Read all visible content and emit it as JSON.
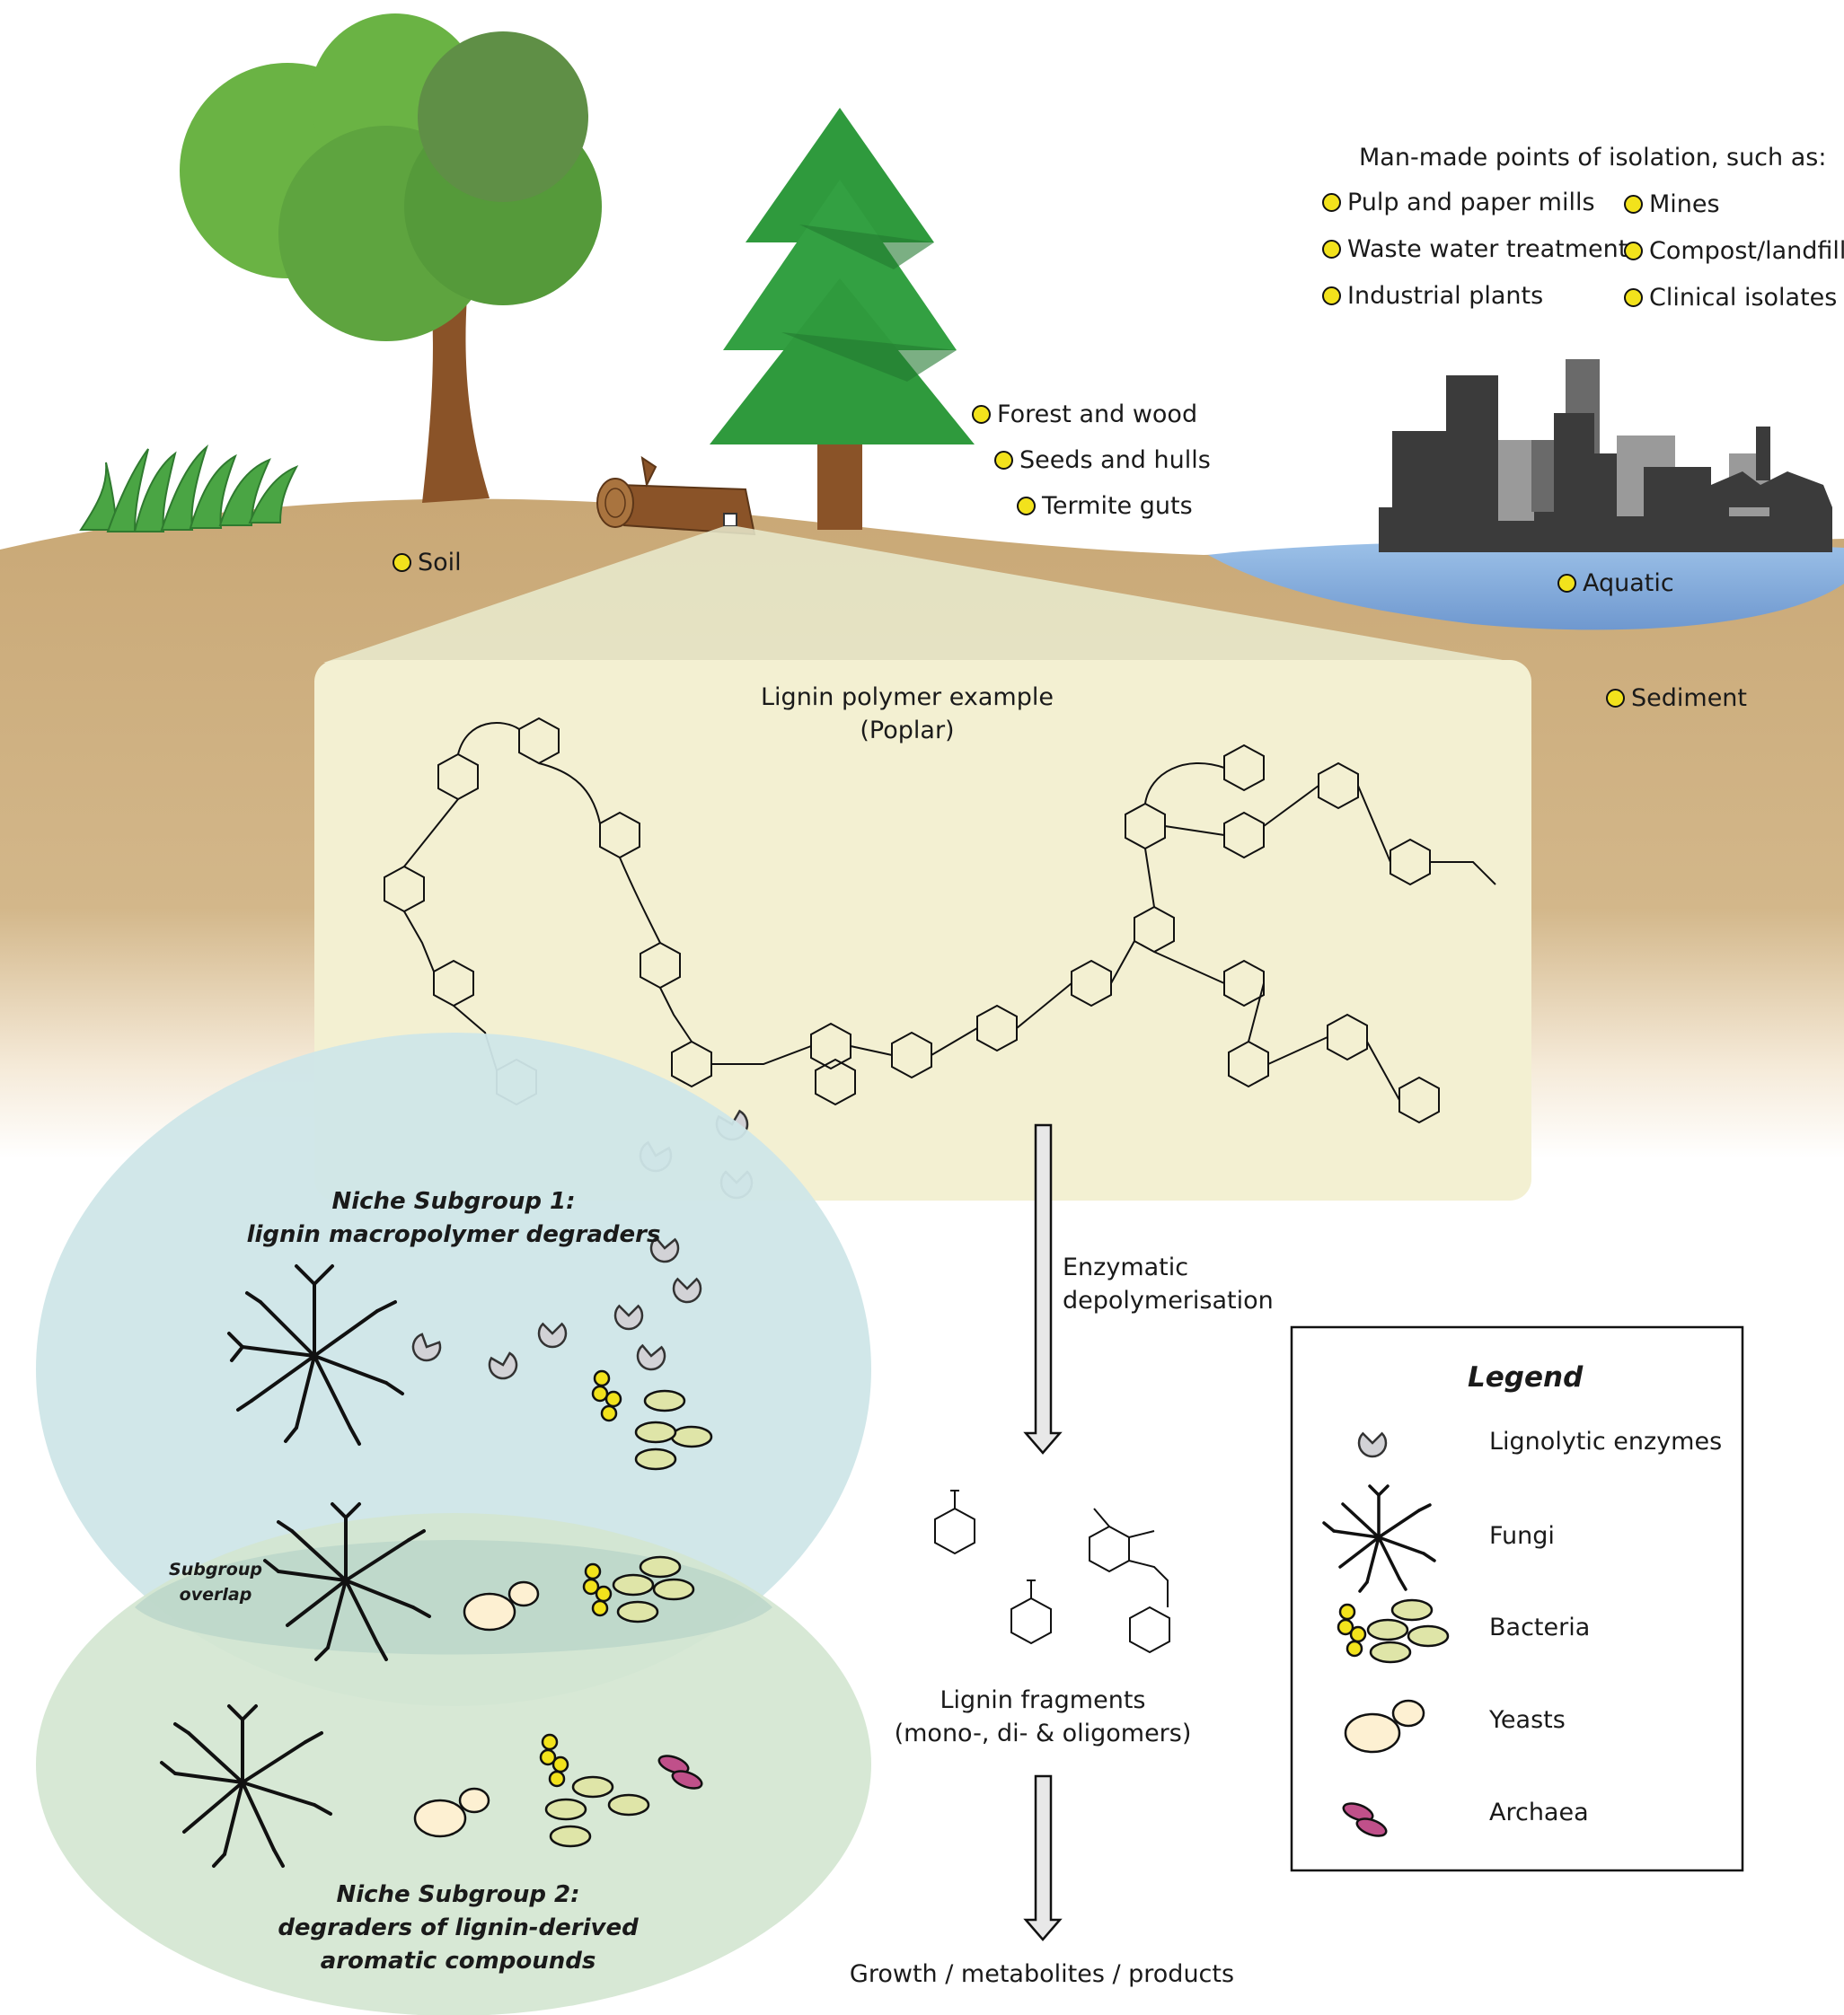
{
  "man_made": {
    "heading": "Man-made points of isolation, such as:",
    "items": [
      "Pulp and paper mills",
      "Mines",
      "Waste water treatment",
      "Compost/landfill",
      "Industrial plants",
      "Clinical isolates"
    ]
  },
  "natural_sites": {
    "forest": "Forest and wood",
    "seeds": "Seeds and hulls",
    "termite": "Termite guts",
    "soil": "Soil",
    "aquatic": "Aquatic",
    "sediment": "Sediment"
  },
  "lignin": {
    "title_line1": "Lignin polymer example",
    "title_line2": "(Poplar)"
  },
  "arrow1": {
    "line1": "Enzymatic",
    "line2": "depolymerisation"
  },
  "fragments": {
    "line1": "Lignin fragments",
    "line2": "(mono-, di- & oligomers)"
  },
  "outcome": "Growth / metabolites / products",
  "niche1": {
    "line1": "Niche Subgroup 1:",
    "line2": "lignin macropolymer degraders"
  },
  "overlap": {
    "line1": "Subgroup",
    "line2": "overlap"
  },
  "niche2": {
    "line1": "Niche Subgroup 2:",
    "line2": "degraders of lignin-derived",
    "line3": "aromatic compounds"
  },
  "legend": {
    "title": "Legend",
    "items": [
      "Lignolytic enzymes",
      "Fungi",
      "Bacteria",
      "Yeasts",
      "Archaea"
    ]
  },
  "colors": {
    "ground": "#c9a876",
    "water": "#7fa6d6",
    "lignin_box": "#f3f0d2",
    "niche1": "#cfe6e8",
    "niche2": "#d3e6d0",
    "marker": "#f2e21c",
    "yeast": "#fdf0d2",
    "bacteria_rod": "#dfe5a8",
    "archaea": "#c0508a",
    "enzyme": "#d2d2d6",
    "city_dark": "#3b3b3b",
    "city_mid": "#6a6a6a",
    "city_light": "#9a9a9a"
  },
  "icons": [
    "deciduous-tree-icon",
    "conifer-tree-icon",
    "log-icon",
    "grass-icon",
    "city-skyline-icon",
    "enzyme-icon",
    "fungi-icon",
    "bacteria-icon",
    "yeast-icon",
    "archaea-icon"
  ]
}
